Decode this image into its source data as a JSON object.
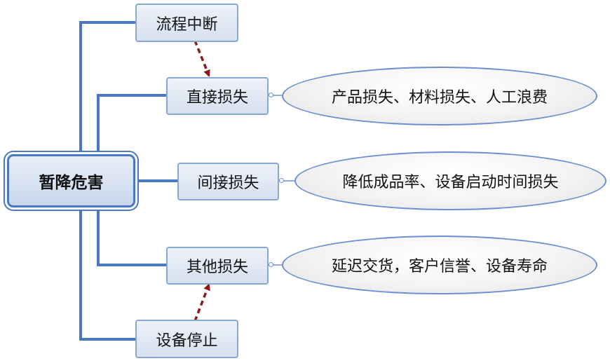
{
  "root": {
    "label": "暂降危害"
  },
  "causes": {
    "top": "流程中断",
    "bottom": "设备停止"
  },
  "branches": [
    {
      "label": "直接损失",
      "detail": "产品损失、材料损失、人工浪费"
    },
    {
      "label": "间接损失",
      "detail": "降低成品率、设备启动时间损失"
    },
    {
      "label": "其他损失",
      "detail": "延迟交货，客户信誉、设备寿命"
    }
  ],
  "colors": {
    "branch_line": "#4a78c0",
    "node_border": "#8aa7d0",
    "ellipse_border": "#6b8fd0",
    "cause_arrow": "#8b1a1a"
  }
}
